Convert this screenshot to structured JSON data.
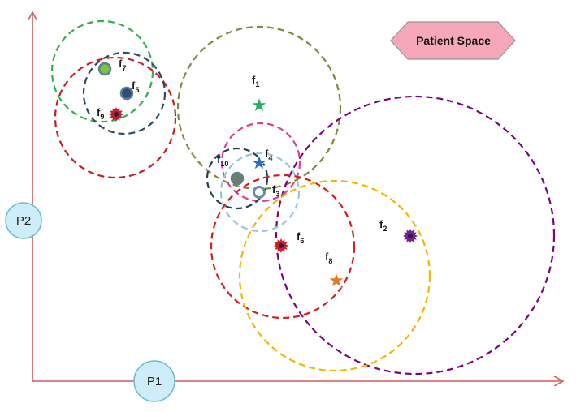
{
  "title_badge": {
    "text": "Patient Space"
  },
  "axes": {
    "x_label": "P1",
    "y_label": "P2"
  },
  "colors": {
    "axis": "#cd5c5c",
    "badge_fill": "#f7a8b8",
    "badge_stroke": "#9a8fa0",
    "axis_bubble_fill": "#cdeef8",
    "axis_bubble_stroke": "#6bbad6"
  },
  "features": [
    {
      "id": "f1",
      "name": "f",
      "sub": "1",
      "marker": "star",
      "color": "#27ae60"
    },
    {
      "id": "f2",
      "name": "f",
      "sub": "2",
      "marker": "burst",
      "color": "#7b1f8c"
    },
    {
      "id": "f3",
      "name": "f",
      "sub": "3",
      "marker": "ring",
      "color": "#6b8ea0"
    },
    {
      "id": "f4",
      "name": "f",
      "sub": "4",
      "marker": "star",
      "color": "#1f6fc5"
    },
    {
      "id": "f5",
      "name": "f",
      "sub": "5",
      "marker": "dot",
      "color": "#2c4f7c"
    },
    {
      "id": "f6",
      "name": "f",
      "sub": "6",
      "marker": "burst",
      "color": "#d0202a"
    },
    {
      "id": "f7",
      "name": "f",
      "sub": "7",
      "marker": "dot",
      "color": "#7cc142"
    },
    {
      "id": "f8",
      "name": "f",
      "sub": "8",
      "marker": "star",
      "color": "#e07b20"
    },
    {
      "id": "f9",
      "name": "f",
      "sub": "9",
      "marker": "burst",
      "color": "#c0202a"
    },
    {
      "id": "f10",
      "name": "f",
      "sub": "10",
      "marker": "dot",
      "color": "#6b7f6a"
    }
  ],
  "circles": [
    {
      "id": "c-green",
      "color": "#2db34a"
    },
    {
      "id": "c-red-left",
      "color": "#c81e1e"
    },
    {
      "id": "c-navy-left",
      "color": "#2e4a6b"
    },
    {
      "id": "c-olive",
      "color": "#7a8c3a"
    },
    {
      "id": "c-purple",
      "color": "#800080"
    },
    {
      "id": "c-pink",
      "color": "#e23d9a"
    },
    {
      "id": "c-navy-mid",
      "color": "#24405e"
    },
    {
      "id": "c-lightblue",
      "color": "#9cc3e0"
    },
    {
      "id": "c-red-mid",
      "color": "#d41f1f"
    },
    {
      "id": "c-yellow",
      "color": "#f2b600"
    }
  ]
}
